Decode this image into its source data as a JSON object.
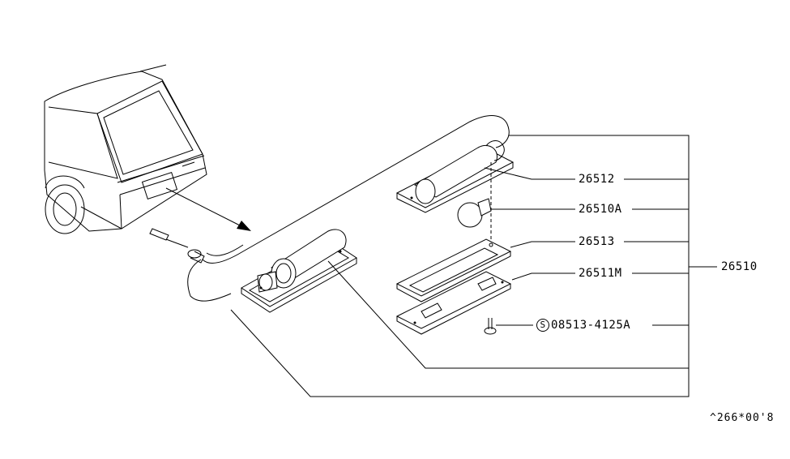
{
  "parts": {
    "p26512": "26512",
    "p26510A": "26510A",
    "p26513": "26513",
    "p26511M": "26511M",
    "screw_prefix": "S",
    "screw": "08513-4125A",
    "assembly": "26510"
  },
  "reference_code": "^266*00'8"
}
